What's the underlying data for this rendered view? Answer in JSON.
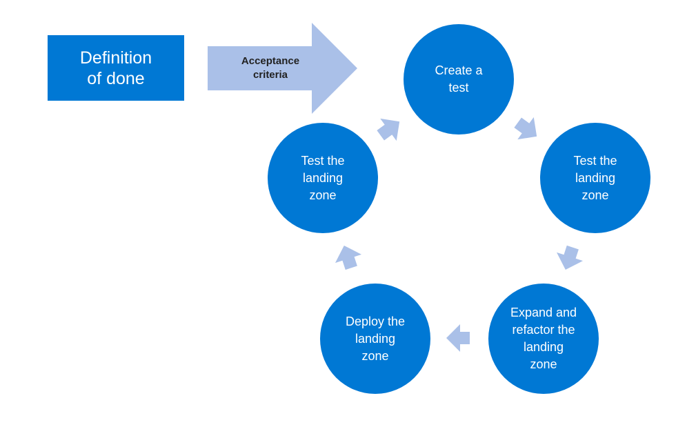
{
  "colors": {
    "primary": "#0078d4",
    "arrow": "#aac0e8",
    "label_on_light": "#222222",
    "label_on_dark": "#ffffff"
  },
  "definition_box": {
    "label": "Definition\nof done"
  },
  "acceptance_arrow": {
    "label": "Acceptance\ncriteria"
  },
  "cycle_nodes": [
    {
      "id": "create-test",
      "label": "Create a\ntest"
    },
    {
      "id": "test-landing-zone-right",
      "label": "Test the\nlanding\nzone"
    },
    {
      "id": "expand-refactor",
      "label": "Expand and\nrefactor the\nlanding\nzone"
    },
    {
      "id": "deploy-landing-zone",
      "label": "Deploy the\nlanding\nzone"
    },
    {
      "id": "test-landing-zone-left",
      "label": "Test the\nlanding\nzone"
    }
  ]
}
